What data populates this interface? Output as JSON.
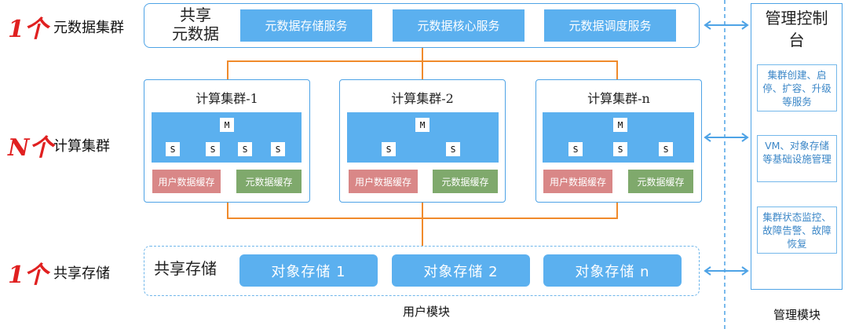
{
  "rows": [
    {
      "count": "1个",
      "label": "元数据集群"
    },
    {
      "count": "N个",
      "label": "计算集群"
    },
    {
      "count": "1个",
      "label": "共享存储"
    }
  ],
  "metadata": {
    "title": "共享\n元数据",
    "services": [
      "元数据存储服务",
      "元数据核心服务",
      "元数据调度服务"
    ]
  },
  "clusters": [
    {
      "title": "计算集群-1",
      "master": "M",
      "slaves": [
        "S",
        "S",
        "S",
        "S"
      ],
      "user_cache": "用户数据缓存",
      "meta_cache": "元数据缓存"
    },
    {
      "title": "计算集群-2",
      "master": "M",
      "slaves": [
        "S",
        "S"
      ],
      "user_cache": "用户数据缓存",
      "meta_cache": "元数据缓存"
    },
    {
      "title": "计算集群-n",
      "master": "M",
      "slaves": [
        "S",
        "S",
        "S"
      ],
      "user_cache": "用户数据缓存",
      "meta_cache": "元数据缓存"
    }
  ],
  "storage": {
    "title": "共享存储",
    "objects": [
      "对象存储 1",
      "对象存储 2",
      "对象存储 n"
    ]
  },
  "management": {
    "title": "管理控制\n台",
    "items": [
      "集群创建、启停、扩容、升级等服务",
      "VM、对象存储等基础设施管理",
      "集群状态监控、故障告警、故障恢复"
    ]
  },
  "captions": {
    "user_module": "用户模块",
    "mgmt_module": "管理模块"
  },
  "colors": {
    "accent": "#5bb0ef",
    "connector": "#f08a2b",
    "user_cache": "#d98787",
    "meta_cache": "#7fa96c",
    "count": "#e02020"
  }
}
